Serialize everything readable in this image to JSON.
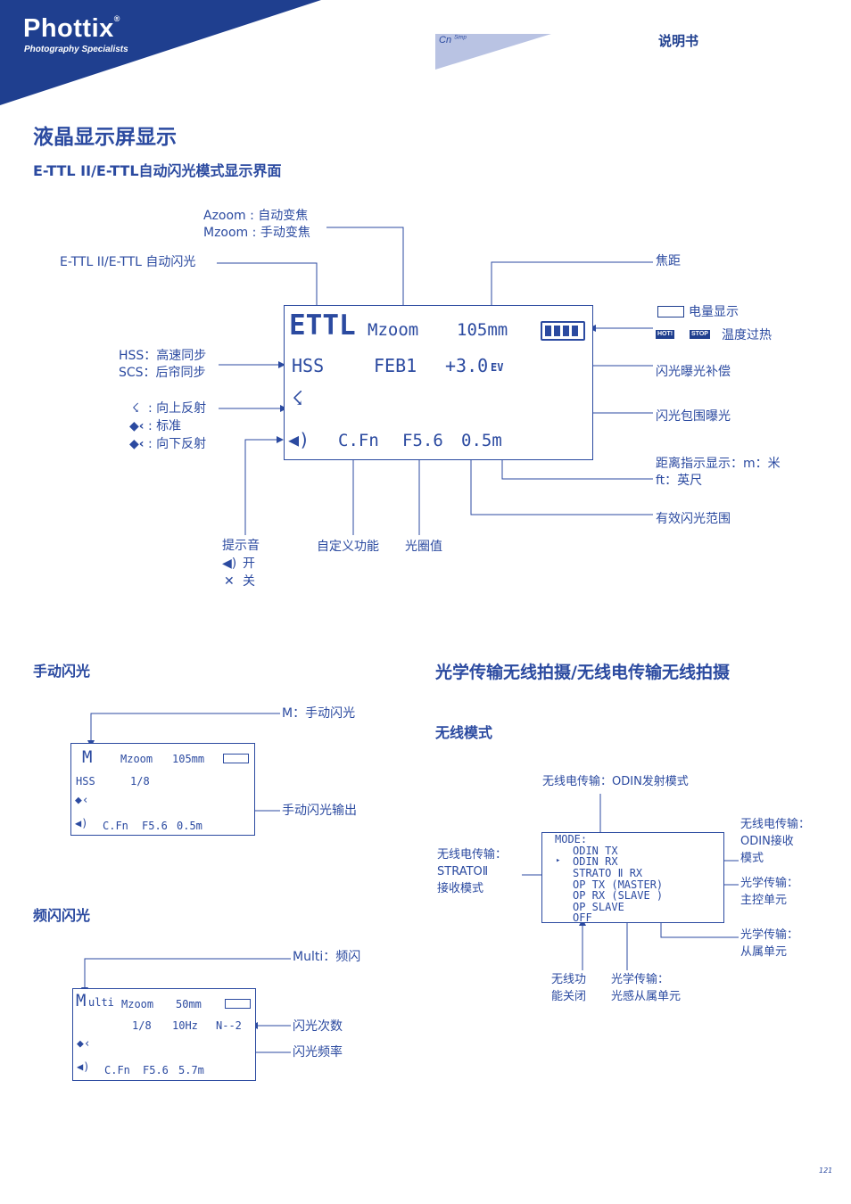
{
  "header": {
    "brand": "Phottix",
    "tagline": "Photography Specialists",
    "lang_code": "Cn",
    "lang_sup": "Simp",
    "doc_title": "说明书"
  },
  "section_main": {
    "title": "液晶显示屏显示",
    "subtitle": "E-TTL II/E-TTL自动闪光模式显示界面"
  },
  "ettl_screen": {
    "mode": "ETTL",
    "zoom": "Mzoom",
    "focal": "105mm",
    "hss": "HSS",
    "feb": "FEB1",
    "ev": "+3.0",
    "ev_unit": "EV",
    "cfn": "C.Fn",
    "aperture": "F5.6",
    "distance": "0.5m"
  },
  "ettl_labels": {
    "zoom_a": "Azoom : 自动变焦",
    "zoom_m": "Mzoom : 手动变焦",
    "ettl": "E-TTL II/E-TTL 自动闪光",
    "focal": "焦距",
    "battery": "电量显示",
    "overheat": "温度过热",
    "hot_badge": "HOT!",
    "stop_badge": "STOP",
    "hss": "HSS：高速同步",
    "scs": "SCS：后帘同步",
    "bounce_up": ": 向上反射",
    "bounce_std": ": 标准",
    "bounce_down": ": 向下反射",
    "ev_comp": "闪光曝光补偿",
    "feb": "闪光包围曝光",
    "distance_m": "距离指示显示：m：米",
    "distance_ft": "ft：英尺",
    "range": "有效闪光范围",
    "beep": "提示音",
    "beep_on": "开",
    "beep_off": "关",
    "cfn": "自定义功能",
    "aperture": "光圈值"
  },
  "manual": {
    "title": "手动闪光",
    "screen": {
      "mode": "M",
      "zoom": "Mzoom",
      "focal": "105mm",
      "hss": "HSS",
      "output": "1/8",
      "cfn": "C.Fn",
      "aperture": "F5.6",
      "distance": "0.5m"
    },
    "label_mode": "M：手动闪光",
    "label_output": "手动闪光输出"
  },
  "multi": {
    "title": "频闪闪光",
    "screen": {
      "mode_big": "M",
      "mode_small": "ulti",
      "zoom": "Mzoom",
      "focal": "50mm",
      "output": "1/8",
      "freq": "10Hz",
      "count": "N--2",
      "cfn": "C.Fn",
      "aperture": "F5.6",
      "distance": "5.7m"
    },
    "label_mode": "Multi：频闪",
    "label_count": "闪光次数",
    "label_freq": "闪光频率"
  },
  "wireless": {
    "title": "光学传输无线拍摄/无线电传输无线拍摄",
    "subtitle": "无线模式",
    "menu": [
      "MODE:",
      "ODIN TX",
      "ODIN RX",
      "STRATO Ⅱ RX",
      "OP TX (MASTER)",
      "OP RX (SLAVE )",
      "OP SLAVE",
      "OFF"
    ],
    "cursor": "▸",
    "label_odin_tx": "无线电传输：ODIN发射模式",
    "label_odin_rx": "无线电传输：\nODIN接收\n模式",
    "label_strato": "无线电传输：\nSTRATOⅡ\n接收模式",
    "label_op_master": "光学传输：\n主控单元",
    "label_op_slave": "光学传输：\n从属单元",
    "label_off": "无线功\n能关闭",
    "label_op_sensor": "光学传输：\n光感从属单元"
  },
  "footer": {
    "page": "121"
  }
}
